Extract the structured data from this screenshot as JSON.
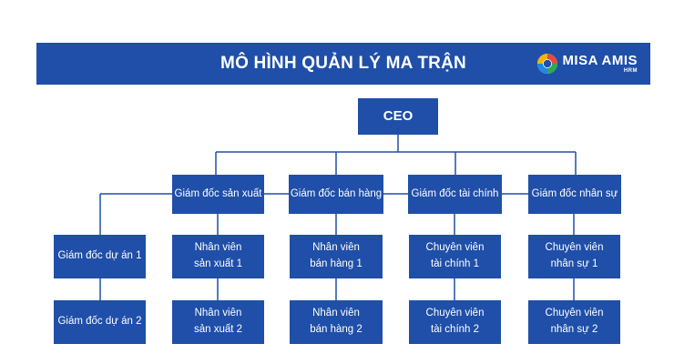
{
  "header": {
    "title": "MÔ HÌNH QUẢN LÝ MA TRẬN",
    "logo": {
      "brand": "MISA AMIS",
      "sub": "HRM",
      "icon": "misa-amis-logo"
    }
  },
  "colors": {
    "node": "#1f4fa8",
    "line": "#1f4fa8",
    "text": "#ffffff"
  },
  "chart": {
    "ceo": "CEO",
    "directors": {
      "production": "Giám đốc sản xuất",
      "sales": "Giám đốc bán hàng",
      "finance": "Giám đốc tài chính",
      "hr": "Giám đốc nhân sự"
    },
    "projects": {
      "p1": "Giám đốc dự án 1",
      "p2": "Giám đốc dự án 2"
    },
    "staff": {
      "production_1": "Nhân viên\nsản xuất 1",
      "production_2": "Nhân viên\nsản xuất 2",
      "sales_1": "Nhân viên\nbán hàng 1",
      "sales_2": "Nhân viên\nbán hàng 2",
      "finance_1": "Chuyên viên\ntài chính 1",
      "finance_2": "Chuyên viên\ntài chính 2",
      "hr_1": "Chuyên viên\nnhân sự  1",
      "hr_2": "Chuyên viên\nnhân sự  2"
    }
  }
}
